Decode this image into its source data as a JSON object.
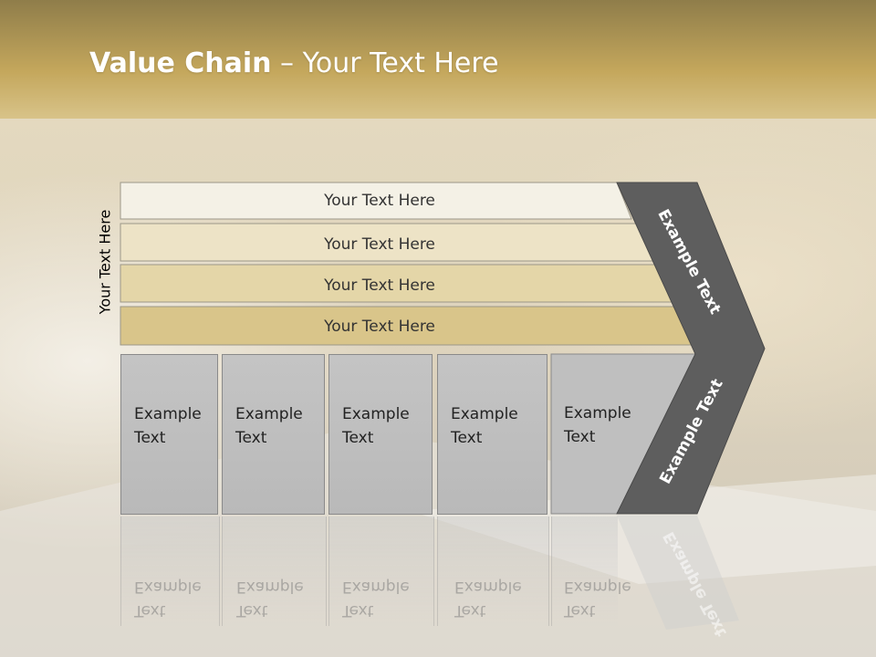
{
  "slide": {
    "title_bold": "Value Chain",
    "title_rest": " – Your Text Here",
    "side_label": "Your Text Here"
  },
  "bars": [
    {
      "label": "Your Text Here",
      "color": "#f4f1e6"
    },
    {
      "label": "Your Text Here",
      "color": "#ede3c6"
    },
    {
      "label": "Your Text Here",
      "color": "#e4d6a8"
    },
    {
      "label": "Your Text Here",
      "color": "#d9c58a"
    }
  ],
  "boxes": [
    {
      "line1": "Example",
      "line2": "Text"
    },
    {
      "line1": "Example",
      "line2": "Text"
    },
    {
      "line1": "Example",
      "line2": "Text"
    },
    {
      "line1": "Example",
      "line2": "Text"
    },
    {
      "line1": "Example",
      "line2": "Text"
    }
  ],
  "chevron": {
    "upper_text": "Example Text",
    "lower_text": "Example Text",
    "color": "#5e5e5e"
  },
  "colors": {
    "header_gold": "#c8aa5e",
    "box_gray": "#c0c0c0"
  }
}
